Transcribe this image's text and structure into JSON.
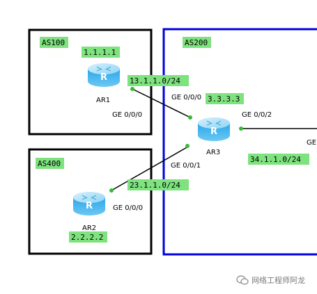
{
  "colors": {
    "label_bg": "#7ee27e",
    "as_border": "#000000",
    "as200_border": "#0000dd",
    "router_body": "#3fb0ea",
    "router_top": "#9fdcf8",
    "link_dot": "#33bb33"
  },
  "as_boxes": {
    "as100": "AS100",
    "as200": "AS200",
    "as400": "AS400"
  },
  "routers": {
    "ar1": {
      "name": "AR1",
      "loopback": "1.1.1.1",
      "icon": "router-icon"
    },
    "ar2": {
      "name": "AR2",
      "loopback": "2.2.2.2",
      "icon": "router-icon"
    },
    "ar3": {
      "name": "AR3",
      "loopback": "3.3.3.3",
      "icon": "router-icon"
    }
  },
  "subnets": {
    "ar1_ar3": "13.1.1.0/24",
    "ar2_ar3": "23.1.1.0/24",
    "ar3_out": "34.1.1.0/24"
  },
  "interfaces": {
    "ar1_g000": "GE 0/0/0",
    "ar3_g000": "GE 0/0/0",
    "ar3_g001": "GE 0/0/1",
    "ar3_g002": "GE 0/0/2",
    "ar2_g000": "GE 0/0/0",
    "cut_off_edge": "GE"
  },
  "watermark": {
    "text": "网络工程师阿龙",
    "icon": "wechat-icon"
  }
}
